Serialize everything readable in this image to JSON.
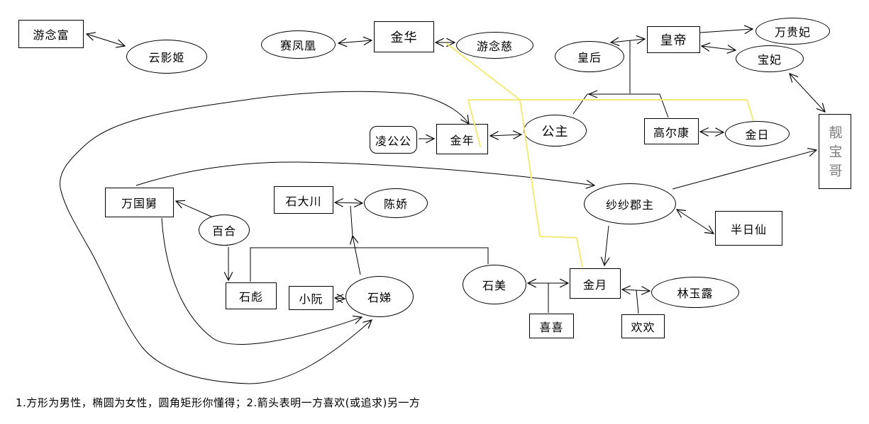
{
  "legend": "1.方形为男性，椭圆为女性，圆角矩形你懂得；2.箭头表明一方喜欢(或追求)另一方",
  "colors": {
    "background": "#ffffff",
    "line": "#000000",
    "jin_family_highlight": "#f2ea7a",
    "node_border": "#000000",
    "liangbaoge_text": "#7d7d7d"
  },
  "nodes": {
    "younianfu": {
      "label": "游念富",
      "shape": "rect",
      "gender": "male"
    },
    "yunyingji": {
      "label": "云影姬",
      "shape": "ellipse",
      "gender": "female"
    },
    "saifenghuang": {
      "label": "赛凤凰",
      "shape": "ellipse",
      "gender": "female"
    },
    "jinhua": {
      "label": "金华",
      "shape": "rect",
      "gender": "male"
    },
    "younianci": {
      "label": "游念慈",
      "shape": "ellipse",
      "gender": "female"
    },
    "huanghou": {
      "label": "皇后",
      "shape": "ellipse",
      "gender": "female"
    },
    "huangdi": {
      "label": "皇帝",
      "shape": "rect",
      "gender": "male"
    },
    "wanguifei": {
      "label": "万贵妃",
      "shape": "ellipse",
      "gender": "female"
    },
    "baofei": {
      "label": "宝妃",
      "shape": "ellipse",
      "gender": "female"
    },
    "linggonggong": {
      "label": "凌公公",
      "shape": "rounded",
      "gender": "eunuch"
    },
    "jinnian": {
      "label": "金年",
      "shape": "rect",
      "gender": "male"
    },
    "gongzhu": {
      "label": "公主",
      "shape": "ellipse",
      "gender": "female"
    },
    "gaoerkang": {
      "label": "高尔康",
      "shape": "rect",
      "gender": "male"
    },
    "jinri": {
      "label": "金日",
      "shape": "ellipse",
      "gender": "female"
    },
    "liangbaoge": {
      "label": "靓宝哥",
      "shape": "rect",
      "gender": "male"
    },
    "wanguojiu": {
      "label": "万国舅",
      "shape": "rect",
      "gender": "male"
    },
    "baihe": {
      "label": "百合",
      "shape": "ellipse",
      "gender": "female"
    },
    "shidachuan": {
      "label": "石大川",
      "shape": "rect",
      "gender": "male"
    },
    "chenjiao": {
      "label": "陈娇",
      "shape": "ellipse",
      "gender": "female"
    },
    "shashajunzhu": {
      "label": "纱纱郡主",
      "shape": "ellipse",
      "gender": "female"
    },
    "banrixian": {
      "label": "半日仙",
      "shape": "rect",
      "gender": "male"
    },
    "shibiao": {
      "label": "石彪",
      "shape": "rect",
      "gender": "male"
    },
    "xiaoruan": {
      "label": "小阮",
      "shape": "rect",
      "gender": "male"
    },
    "shidi": {
      "label": "石娣",
      "shape": "ellipse",
      "gender": "female"
    },
    "shimei": {
      "label": "石美",
      "shape": "ellipse",
      "gender": "female"
    },
    "jinyue": {
      "label": "金月",
      "shape": "rect",
      "gender": "male"
    },
    "linyulu": {
      "label": "林玉露",
      "shape": "ellipse",
      "gender": "female"
    },
    "xixi": {
      "label": "喜喜",
      "shape": "rect",
      "gender": "male"
    },
    "huanhuan": {
      "label": "欢欢",
      "shape": "rect",
      "gender": "male"
    }
  },
  "relationships": {
    "mutual_like": [
      [
        "游念富",
        "云影姬"
      ],
      [
        "赛凤凰",
        "金华"
      ],
      [
        "金华",
        "游念慈"
      ],
      [
        "皇后",
        "皇帝"
      ],
      [
        "皇帝",
        "宝妃"
      ],
      [
        "宝妃",
        "靓宝哥"
      ],
      [
        "金年",
        "公主"
      ],
      [
        "高尔康",
        "金日"
      ],
      [
        "石大川",
        "陈娇"
      ],
      [
        "小阮",
        "石娣"
      ],
      [
        "石美",
        "金月"
      ],
      [
        "金月",
        "林玉露"
      ],
      [
        "纱纱郡主",
        "半日仙"
      ],
      [
        "金年",
        "石娣"
      ]
    ],
    "one_way_like": [
      [
        "皇帝",
        "万贵妃"
      ],
      [
        "凌公公",
        "金年"
      ],
      [
        "百合",
        "万国舅"
      ],
      [
        "百合",
        "石彪"
      ],
      [
        "纱纱郡主",
        "靓宝哥"
      ],
      [
        "纱纱郡主",
        "金月"
      ],
      [
        "万国舅",
        "纱纱郡主"
      ],
      [
        "万国舅",
        "石娣"
      ],
      [
        "石娣",
        "石大川&陈娇"
      ]
    ],
    "family_links": [
      [
        "皇帝&皇后",
        "公主"
      ],
      [
        "皇帝&皇后",
        "高尔康"
      ],
      [
        "石彪",
        "石美"
      ],
      [
        "石美&金月",
        "喜喜"
      ],
      [
        "金月&林玉露",
        "欢欢"
      ]
    ],
    "jin_family_yellow_links": [
      [
        "金华&游念慈",
        "金年"
      ],
      [
        "金华&游念慈",
        "金日"
      ],
      [
        "金华&游念慈",
        "金月"
      ]
    ]
  }
}
